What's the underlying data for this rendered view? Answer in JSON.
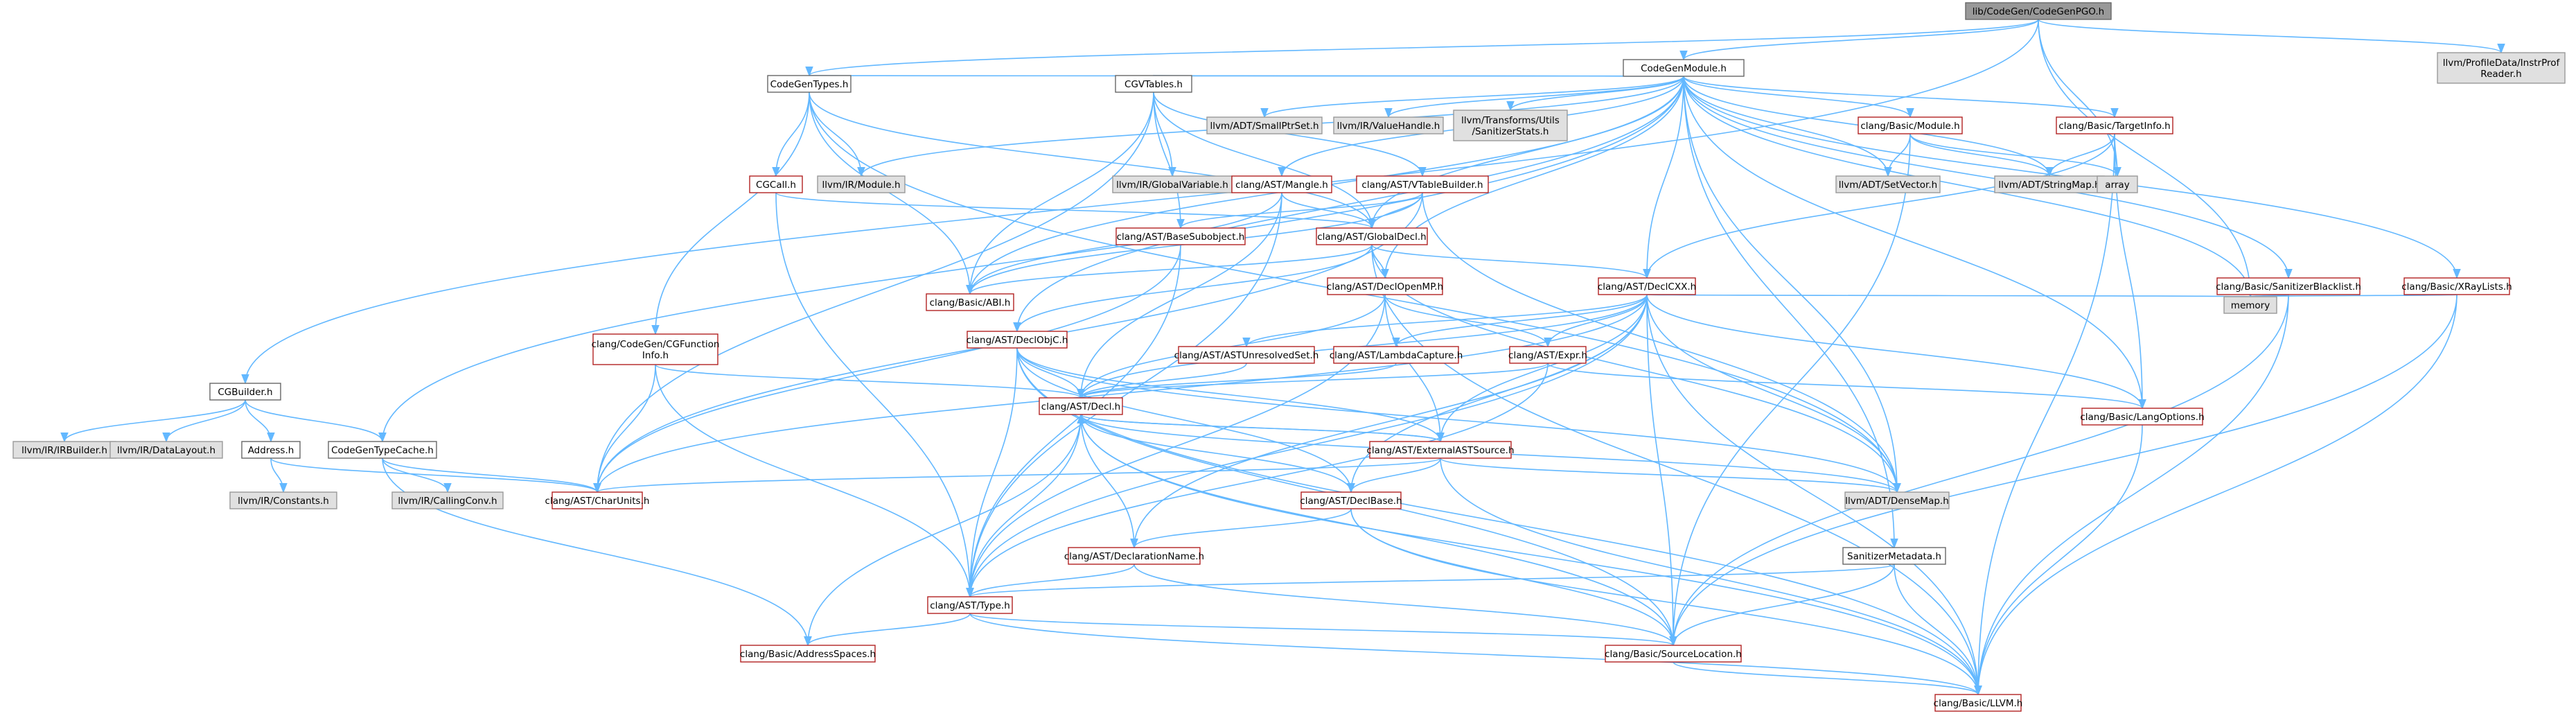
{
  "colors": {
    "edge": "#63b8ff",
    "root_fill": "#999999",
    "root_stroke": "#666666",
    "documented_fill": "#ffffff",
    "documented_stroke": "#b22222",
    "plain_fill": "#ffffff",
    "plain_stroke": "#666666",
    "external_fill": "#e0e0e0",
    "external_stroke": "#999999"
  },
  "nodes": [
    {
      "id": "root",
      "kind": "root",
      "lines": [
        "lib/CodeGen/CodeGenPGO.h"
      ]
    },
    {
      "id": "cgm",
      "kind": "plain",
      "lines": [
        "CodeGenModule.h"
      ]
    },
    {
      "id": "instrprof",
      "kind": "external",
      "lines": [
        "llvm/ProfileData/InstrProf",
        "Reader.h"
      ]
    },
    {
      "id": "cgtypes",
      "kind": "plain",
      "lines": [
        "CodeGenTypes.h"
      ]
    },
    {
      "id": "cgvtables",
      "kind": "plain",
      "lines": [
        "CGVTables.h"
      ]
    },
    {
      "id": "smallptrset",
      "kind": "external",
      "lines": [
        "llvm/ADT/SmallPtrSet.h"
      ]
    },
    {
      "id": "valuehandle",
      "kind": "external",
      "lines": [
        "llvm/IR/ValueHandle.h"
      ]
    },
    {
      "id": "sanstats",
      "kind": "external",
      "lines": [
        "llvm/Transforms/Utils",
        "/SanitizerStats.h"
      ]
    },
    {
      "id": "basicmodule",
      "kind": "doc",
      "lines": [
        "clang/Basic/Module.h"
      ]
    },
    {
      "id": "targetinfo",
      "kind": "doc",
      "lines": [
        "clang/Basic/TargetInfo.h"
      ]
    },
    {
      "id": "cgcall",
      "kind": "doc",
      "lines": [
        "CGCall.h"
      ]
    },
    {
      "id": "irmodule",
      "kind": "external",
      "lines": [
        "llvm/IR/Module.h"
      ]
    },
    {
      "id": "globalvar",
      "kind": "external",
      "lines": [
        "llvm/IR/GlobalVariable.h"
      ]
    },
    {
      "id": "mangle",
      "kind": "doc",
      "lines": [
        "clang/AST/Mangle.h"
      ]
    },
    {
      "id": "vtablebuilder",
      "kind": "doc",
      "lines": [
        "clang/AST/VTableBuilder.h"
      ]
    },
    {
      "id": "setvector",
      "kind": "external",
      "lines": [
        "llvm/ADT/SetVector.h"
      ]
    },
    {
      "id": "stringmap",
      "kind": "external",
      "lines": [
        "llvm/ADT/StringMap.h"
      ]
    },
    {
      "id": "array",
      "kind": "external",
      "lines": [
        "array"
      ]
    },
    {
      "id": "basesubobject",
      "kind": "doc",
      "lines": [
        "clang/AST/BaseSubobject.h"
      ]
    },
    {
      "id": "globaldecl",
      "kind": "doc",
      "lines": [
        "clang/AST/GlobalDecl.h"
      ]
    },
    {
      "id": "abi",
      "kind": "doc",
      "lines": [
        "clang/Basic/ABI.h"
      ]
    },
    {
      "id": "declopenmp",
      "kind": "doc",
      "lines": [
        "clang/AST/DeclOpenMP.h"
      ]
    },
    {
      "id": "declcxx",
      "kind": "doc",
      "lines": [
        "clang/AST/DeclCXX.h"
      ]
    },
    {
      "id": "sanblacklist",
      "kind": "doc",
      "lines": [
        "clang/Basic/SanitizerBlacklist.h"
      ]
    },
    {
      "id": "xraylists",
      "kind": "doc",
      "lines": [
        "clang/Basic/XRayLists.h"
      ]
    },
    {
      "id": "memory",
      "kind": "external",
      "lines": [
        "memory"
      ]
    },
    {
      "id": "cgfuncinfo",
      "kind": "doc",
      "lines": [
        "clang/CodeGen/CGFunction",
        "Info.h"
      ]
    },
    {
      "id": "declobjc",
      "kind": "doc",
      "lines": [
        "clang/AST/DeclObjC.h"
      ]
    },
    {
      "id": "unresolvedset",
      "kind": "doc",
      "lines": [
        "clang/AST/ASTUnresolvedSet.h"
      ]
    },
    {
      "id": "lambdacapture",
      "kind": "doc",
      "lines": [
        "clang/AST/LambdaCapture.h"
      ]
    },
    {
      "id": "expr",
      "kind": "doc",
      "lines": [
        "clang/AST/Expr.h"
      ]
    },
    {
      "id": "cgbuilder",
      "kind": "plain",
      "lines": [
        "CGBuilder.h"
      ]
    },
    {
      "id": "decl",
      "kind": "doc",
      "lines": [
        "clang/AST/Decl.h"
      ]
    },
    {
      "id": "langoptions",
      "kind": "doc",
      "lines": [
        "clang/Basic/LangOptions.h"
      ]
    },
    {
      "id": "irbuilder",
      "kind": "external",
      "lines": [
        "llvm/IR/IRBuilder.h"
      ]
    },
    {
      "id": "datalayout",
      "kind": "external",
      "lines": [
        "llvm/IR/DataLayout.h"
      ]
    },
    {
      "id": "address",
      "kind": "plain",
      "lines": [
        "Address.h"
      ]
    },
    {
      "id": "typecache",
      "kind": "plain",
      "lines": [
        "CodeGenTypeCache.h"
      ]
    },
    {
      "id": "extastsource",
      "kind": "doc",
      "lines": [
        "clang/AST/ExternalASTSource.h"
      ]
    },
    {
      "id": "constants",
      "kind": "external",
      "lines": [
        "llvm/IR/Constants.h"
      ]
    },
    {
      "id": "callingconv",
      "kind": "external",
      "lines": [
        "llvm/IR/CallingConv.h"
      ]
    },
    {
      "id": "charunits",
      "kind": "doc",
      "lines": [
        "clang/AST/CharUnits.h"
      ]
    },
    {
      "id": "declbase",
      "kind": "doc",
      "lines": [
        "clang/AST/DeclBase.h"
      ]
    },
    {
      "id": "densemap",
      "kind": "external",
      "lines": [
        "llvm/ADT/DenseMap.h"
      ]
    },
    {
      "id": "declname",
      "kind": "doc",
      "lines": [
        "clang/AST/DeclarationName.h"
      ]
    },
    {
      "id": "sanmeta",
      "kind": "plain",
      "lines": [
        "SanitizerMetadata.h"
      ]
    },
    {
      "id": "type",
      "kind": "doc",
      "lines": [
        "clang/AST/Type.h"
      ]
    },
    {
      "id": "addrspaces",
      "kind": "doc",
      "lines": [
        "clang/Basic/AddressSpaces.h"
      ]
    },
    {
      "id": "srcloc",
      "kind": "doc",
      "lines": [
        "clang/Basic/SourceLocation.h"
      ]
    },
    {
      "id": "llvm",
      "kind": "doc",
      "lines": [
        "clang/Basic/LLVM.h"
      ]
    }
  ],
  "edges": [
    [
      "root",
      "cgm"
    ],
    [
      "root",
      "instrprof"
    ],
    [
      "root",
      "cgbuilder"
    ],
    [
      "root",
      "cgtypes"
    ],
    [
      "root",
      "memory"
    ],
    [
      "root",
      "array"
    ],
    [
      "cgm",
      "cgtypes"
    ],
    [
      "cgm",
      "cgvtables"
    ],
    [
      "cgm",
      "smallptrset"
    ],
    [
      "cgm",
      "valuehandle"
    ],
    [
      "cgm",
      "sanstats"
    ],
    [
      "cgm",
      "basicmodule"
    ],
    [
      "cgm",
      "targetinfo"
    ],
    [
      "cgm",
      "irmodule"
    ],
    [
      "cgm",
      "mangle"
    ],
    [
      "cgm",
      "setvector"
    ],
    [
      "cgm",
      "stringmap"
    ],
    [
      "cgm",
      "globaldecl"
    ],
    [
      "cgm",
      "abi"
    ],
    [
      "cgm",
      "declopenmp"
    ],
    [
      "cgm",
      "declcxx"
    ],
    [
      "cgm",
      "sanblacklist"
    ],
    [
      "cgm",
      "xraylists"
    ],
    [
      "cgm",
      "memory"
    ],
    [
      "cgm",
      "declobjc"
    ],
    [
      "cgm",
      "langoptions"
    ],
    [
      "cgm",
      "typecache"
    ],
    [
      "cgm",
      "sanmeta"
    ],
    [
      "cgm",
      "densemap"
    ],
    [
      "cgtypes",
      "cgcall"
    ],
    [
      "cgtypes",
      "irmodule"
    ],
    [
      "cgtypes",
      "abi"
    ],
    [
      "cgtypes",
      "cgfuncinfo"
    ],
    [
      "cgtypes",
      "densemap"
    ],
    [
      "cgtypes",
      "globaldecl"
    ],
    [
      "cgvtables",
      "globalvar"
    ],
    [
      "cgvtables",
      "vtablebuilder"
    ],
    [
      "cgvtables",
      "basesubobject"
    ],
    [
      "cgvtables",
      "globaldecl"
    ],
    [
      "cgvtables",
      "abi"
    ],
    [
      "cgvtables",
      "charunits"
    ],
    [
      "cgcall",
      "globaldecl"
    ],
    [
      "cgcall",
      "type"
    ],
    [
      "mangle",
      "abi"
    ],
    [
      "mangle",
      "globaldecl"
    ],
    [
      "mangle",
      "type"
    ],
    [
      "mangle",
      "decl"
    ],
    [
      "vtablebuilder",
      "basesubobject"
    ],
    [
      "vtablebuilder",
      "globaldecl"
    ],
    [
      "vtablebuilder",
      "abi"
    ],
    [
      "vtablebuilder",
      "densemap"
    ],
    [
      "vtablebuilder",
      "charunits"
    ],
    [
      "basicmodule",
      "stringmap"
    ],
    [
      "basicmodule",
      "setvector"
    ],
    [
      "basicmodule",
      "srcloc"
    ],
    [
      "basicmodule",
      "array"
    ],
    [
      "targetinfo",
      "stringmap"
    ],
    [
      "targetinfo",
      "langoptions"
    ],
    [
      "targetinfo",
      "declcxx"
    ],
    [
      "targetinfo",
      "array"
    ],
    [
      "targetinfo",
      "llvm"
    ],
    [
      "basesubobject",
      "charunits"
    ],
    [
      "basesubobject",
      "type"
    ],
    [
      "globaldecl",
      "abi"
    ],
    [
      "globaldecl",
      "declcxx"
    ],
    [
      "globaldecl",
      "declobjc"
    ],
    [
      "globaldecl",
      "declopenmp"
    ],
    [
      "globaldecl",
      "densemap"
    ],
    [
      "globaldecl",
      "llvm"
    ],
    [
      "declopenmp",
      "decl"
    ],
    [
      "declopenmp",
      "expr"
    ],
    [
      "declopenmp",
      "extastsource"
    ],
    [
      "declopenmp",
      "type"
    ],
    [
      "declcxx",
      "unresolvedset"
    ],
    [
      "declcxx",
      "lambdacapture"
    ],
    [
      "declcxx",
      "expr"
    ],
    [
      "declcxx",
      "decl"
    ],
    [
      "declcxx",
      "declbase"
    ],
    [
      "declcxx",
      "declname"
    ],
    [
      "declcxx",
      "extastsource"
    ],
    [
      "declcxx",
      "type"
    ],
    [
      "declcxx",
      "densemap"
    ],
    [
      "declcxx",
      "langoptions"
    ],
    [
      "declcxx",
      "srcloc"
    ],
    [
      "declcxx",
      "llvm"
    ],
    [
      "declcxx",
      "memory"
    ],
    [
      "declcxx",
      "charunits"
    ],
    [
      "sanblacklist",
      "memory"
    ],
    [
      "sanblacklist",
      "srcloc"
    ],
    [
      "sanblacklist",
      "llvm"
    ],
    [
      "xraylists",
      "memory"
    ],
    [
      "xraylists",
      "srcloc"
    ],
    [
      "xraylists",
      "llvm"
    ],
    [
      "cgfuncinfo",
      "charunits"
    ],
    [
      "cgfuncinfo",
      "decl"
    ],
    [
      "cgfuncinfo",
      "type"
    ],
    [
      "declobjc",
      "decl"
    ],
    [
      "declobjc",
      "declbase"
    ],
    [
      "declobjc",
      "extastsource"
    ],
    [
      "declobjc",
      "type"
    ],
    [
      "declobjc",
      "densemap"
    ],
    [
      "declobjc",
      "srcloc"
    ],
    [
      "declobjc",
      "llvm"
    ],
    [
      "unresolvedset",
      "decl"
    ],
    [
      "lambdacapture",
      "decl"
    ],
    [
      "expr",
      "decl"
    ],
    [
      "expr",
      "type"
    ],
    [
      "expr",
      "langoptions"
    ],
    [
      "cgbuilder",
      "irbuilder"
    ],
    [
      "cgbuilder",
      "datalayout"
    ],
    [
      "cgbuilder",
      "address"
    ],
    [
      "cgbuilder",
      "typecache"
    ],
    [
      "address",
      "constants"
    ],
    [
      "address",
      "charunits"
    ],
    [
      "typecache",
      "callingconv"
    ],
    [
      "typecache",
      "charunits"
    ],
    [
      "typecache",
      "addrspaces"
    ],
    [
      "decl",
      "extastsource"
    ],
    [
      "decl",
      "declbase"
    ],
    [
      "decl",
      "declname"
    ],
    [
      "decl",
      "type"
    ],
    [
      "decl",
      "addrspaces"
    ],
    [
      "decl",
      "srcloc"
    ],
    [
      "decl",
      "llvm"
    ],
    [
      "decl",
      "densemap"
    ],
    [
      "extastsource",
      "decl"
    ],
    [
      "extastsource",
      "declbase"
    ],
    [
      "extastsource",
      "charunits"
    ],
    [
      "extastsource",
      "densemap"
    ],
    [
      "extastsource",
      "llvm"
    ],
    [
      "declbase",
      "declname"
    ],
    [
      "declbase",
      "srcloc"
    ],
    [
      "declbase",
      "llvm"
    ],
    [
      "declname",
      "type"
    ],
    [
      "declname",
      "srcloc"
    ],
    [
      "sanmeta",
      "type"
    ],
    [
      "sanmeta",
      "srcloc"
    ],
    [
      "sanmeta",
      "llvm"
    ],
    [
      "type",
      "addrspaces"
    ],
    [
      "type",
      "srcloc"
    ],
    [
      "type",
      "llvm"
    ],
    [
      "srcloc",
      "llvm"
    ],
    [
      "langoptions",
      "llvm"
    ]
  ]
}
